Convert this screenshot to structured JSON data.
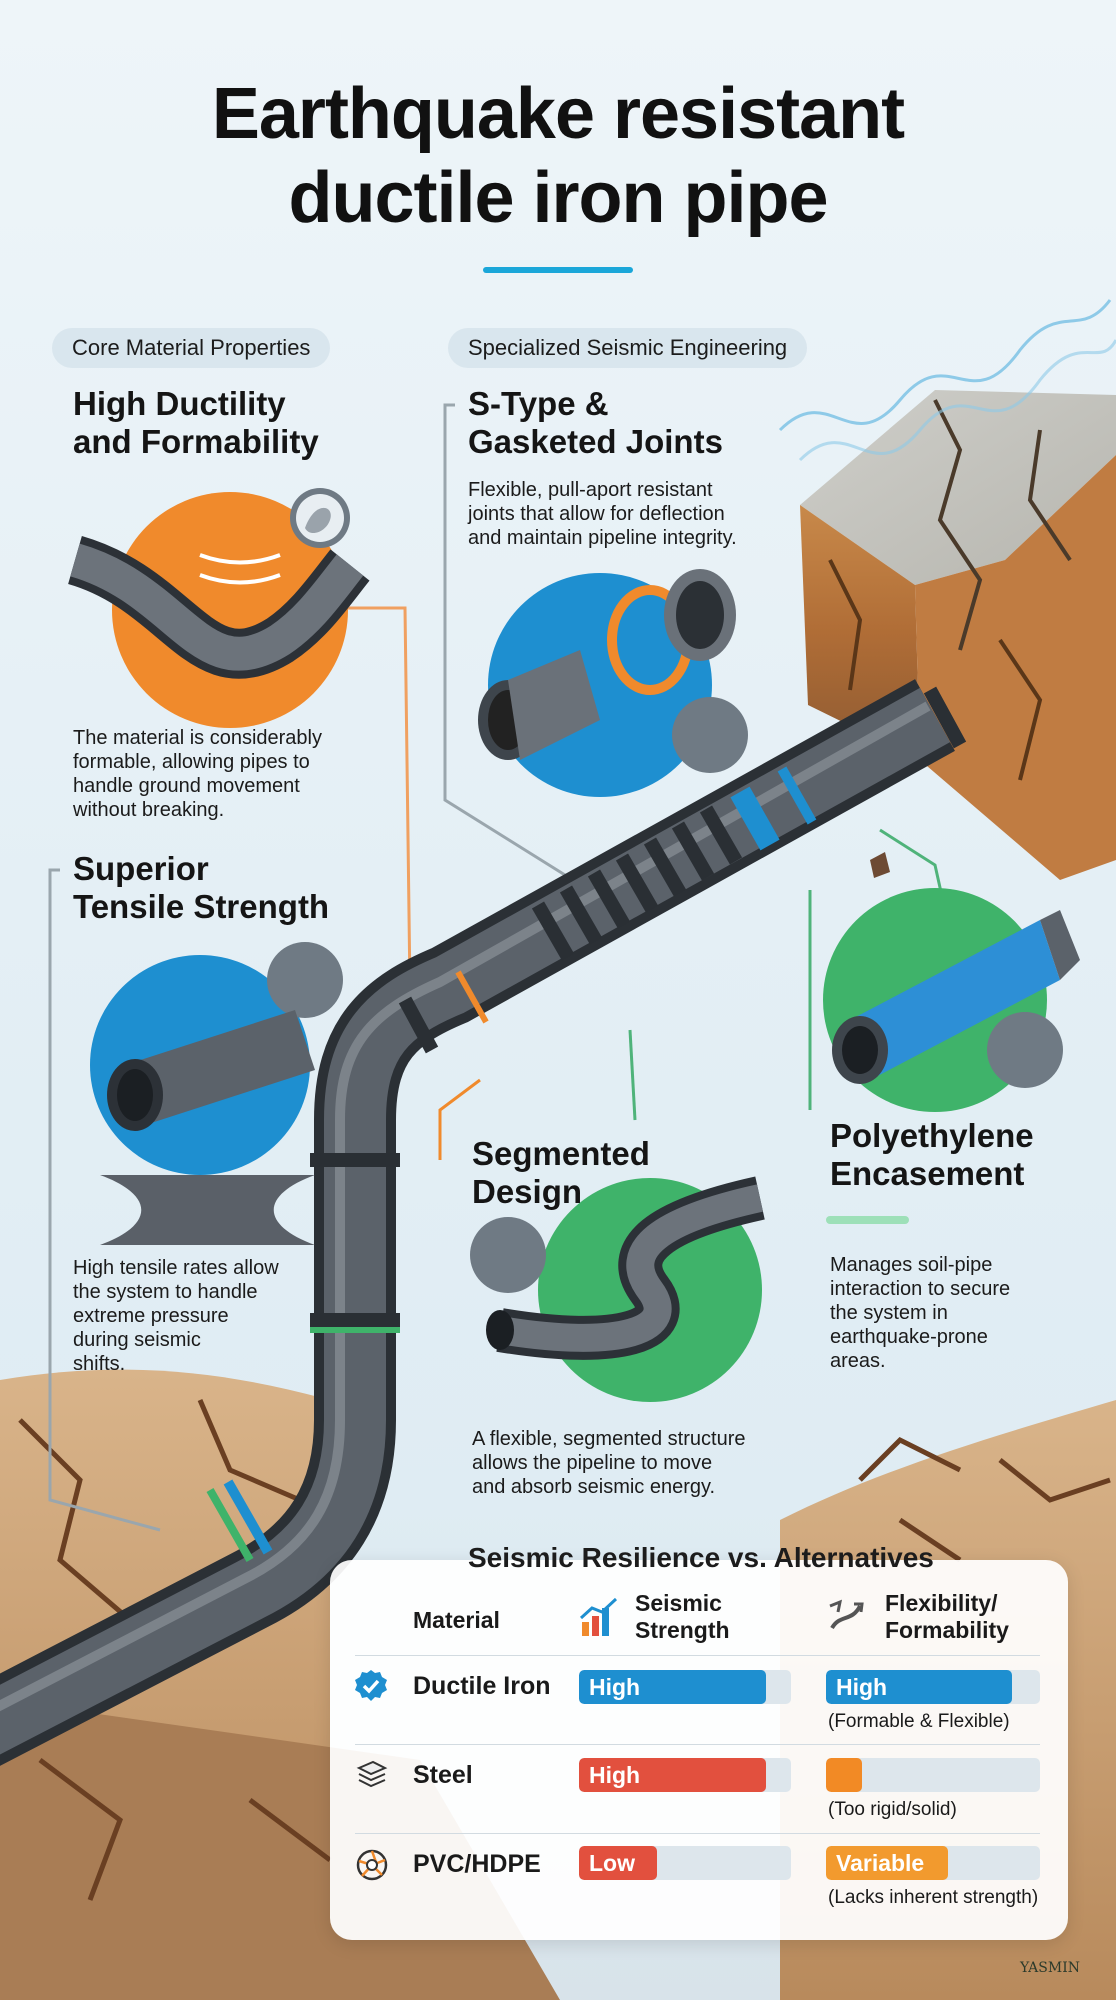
{
  "title": {
    "line1": "Earthquake resistant",
    "line2": "ductile iron pipe"
  },
  "sections": {
    "core": {
      "pill": "Core Material Properties",
      "ductility": {
        "heading_line1": "High Ductility",
        "heading_line2": "and Formability",
        "body_line1": "The material is considerably",
        "body_line2": "formable, allowing pipes to",
        "body_line3": "handle ground movement",
        "body_line4": "without breaking."
      },
      "tensile": {
        "heading_line1": "Superior",
        "heading_line2": "Tensile Strength",
        "body_line1": "High tensile rates allow",
        "body_line2": "the system to handle",
        "body_line3": "extreme pressure",
        "body_line4": "during seismic",
        "body_line5": "shifts."
      }
    },
    "seismic": {
      "pill": "Specialized Seismic Engineering",
      "joints": {
        "heading_line1": "S-Type &",
        "heading_line2": "Gasketed Joints",
        "body_line1": "Flexible, pull-aport resistant",
        "body_line2": "joints that allow for deflection",
        "body_line3": "and maintain pipeline integrity."
      },
      "segmented": {
        "heading_line1": "Segmented",
        "heading_line2": "Design",
        "body_line1": "A flexible, segmented structure",
        "body_line2": "allows the pipeline to move",
        "body_line3": "and absorb seismic energy."
      },
      "polyethylene": {
        "heading_line1": "Polyethylene",
        "heading_line2": "Encasement",
        "body_line1": "Manages soil-pipe",
        "body_line2": "interaction to secure",
        "body_line3": "the system in",
        "body_line4": "earthquake-prone",
        "body_line5": "areas."
      }
    }
  },
  "comparison": {
    "title": "Seismic Resilience vs. Alternatives",
    "headers": {
      "material": "Material",
      "seismic_line1": "Seismic",
      "seismic_line2": "Strength",
      "flex_line1": "Flexibility/",
      "flex_line2": "Formability"
    },
    "rows": [
      {
        "material": "Ductile Iron",
        "icon": "checkmark-badge-icon",
        "seismic_label": "High",
        "seismic_level": 0.88,
        "seismic_color": "#1e8fd0",
        "flex_label": "High",
        "flex_level": 0.87,
        "flex_color": "#1e8fd0",
        "note": "(Formable & Flexible)"
      },
      {
        "material": "Steel",
        "icon": "stacked-plates-icon",
        "seismic_label": "High",
        "seismic_level": 0.88,
        "seismic_color": "#e2503e",
        "flex_label": "",
        "flex_level": 0.17,
        "flex_color": "#f28a25",
        "note": "(Too rigid/solid)"
      },
      {
        "material": "PVC/HDPE",
        "icon": "aperture-icon",
        "seismic_label": "Low",
        "seismic_level": 0.37,
        "seismic_color": "#e2503e",
        "flex_label": "Variable",
        "flex_level": 0.57,
        "flex_color": "#f29a2e",
        "note": "(Lacks inherent strength)"
      }
    ]
  },
  "colors": {
    "accent": "#1aa6d9",
    "orange": "#f08a2c",
    "blue": "#1e8fd0",
    "green": "#3fb36a",
    "pipe": "#4a5159",
    "soil": "#c9a27a"
  },
  "brand": "YASMIN"
}
